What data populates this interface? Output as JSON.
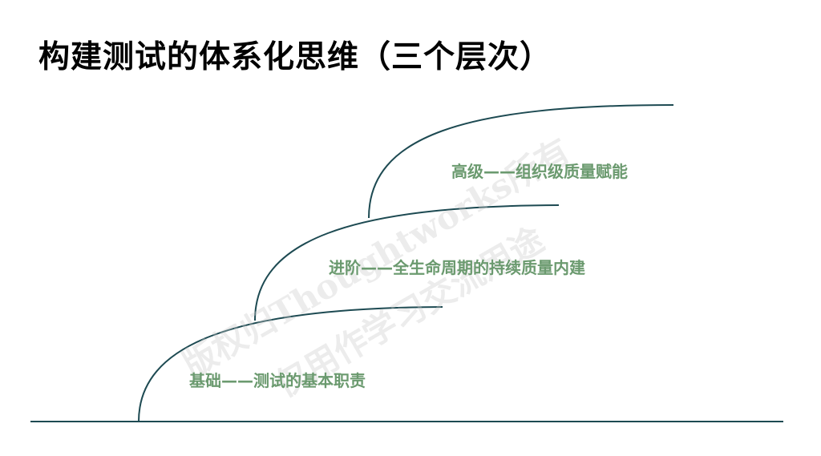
{
  "title": "构建测试的体系化思维（三个层次）",
  "levels": [
    {
      "label": "基础——测试的基本职责"
    },
    {
      "label": "进阶——全生命周期的持续质量内建"
    },
    {
      "label": "高级——组织级质量赋能"
    }
  ],
  "watermark": {
    "line1": "版权归Thoughtworks所有",
    "line2": "仅用作学习交流用途"
  },
  "colors": {
    "curve": "#1d4a52",
    "label": "#6b9a6f",
    "title": "#000000"
  }
}
